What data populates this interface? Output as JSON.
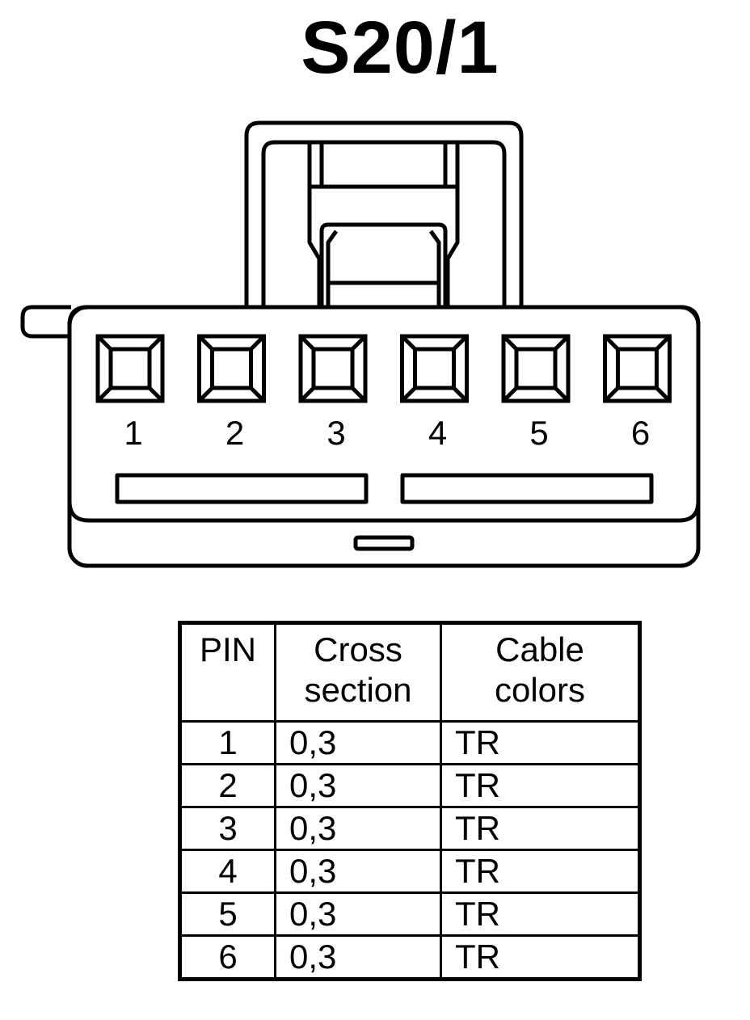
{
  "title": "S20/1",
  "connector": {
    "pins": [
      "1",
      "2",
      "3",
      "4",
      "5",
      "6"
    ]
  },
  "table": {
    "headers": {
      "pin": "PIN",
      "cross_section": [
        "Cross",
        "section"
      ],
      "cable_colors": [
        "Cable",
        "colors"
      ]
    },
    "rows": [
      {
        "pin": "1",
        "cross_section": "0,3",
        "color": "TR"
      },
      {
        "pin": "2",
        "cross_section": "0,3",
        "color": "TR"
      },
      {
        "pin": "3",
        "cross_section": "0,3",
        "color": "TR"
      },
      {
        "pin": "4",
        "cross_section": "0,3",
        "color": "TR"
      },
      {
        "pin": "5",
        "cross_section": "0,3",
        "color": "TR"
      },
      {
        "pin": "6",
        "cross_section": "0,3",
        "color": "TR"
      }
    ]
  }
}
